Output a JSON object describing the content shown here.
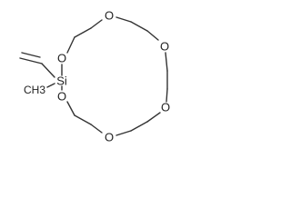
{
  "structure": {
    "atom_labels": {
      "o_top_left": "O",
      "o_top": "O",
      "o_upper_right": "O",
      "o_lower_right": "O",
      "o_bottom": "O",
      "o_bottom_left": "O",
      "silicon": "Si",
      "methyl": "CH3"
    },
    "colors": {
      "bond": "#333333",
      "label": "#222222",
      "background": "#ffffff"
    }
  }
}
